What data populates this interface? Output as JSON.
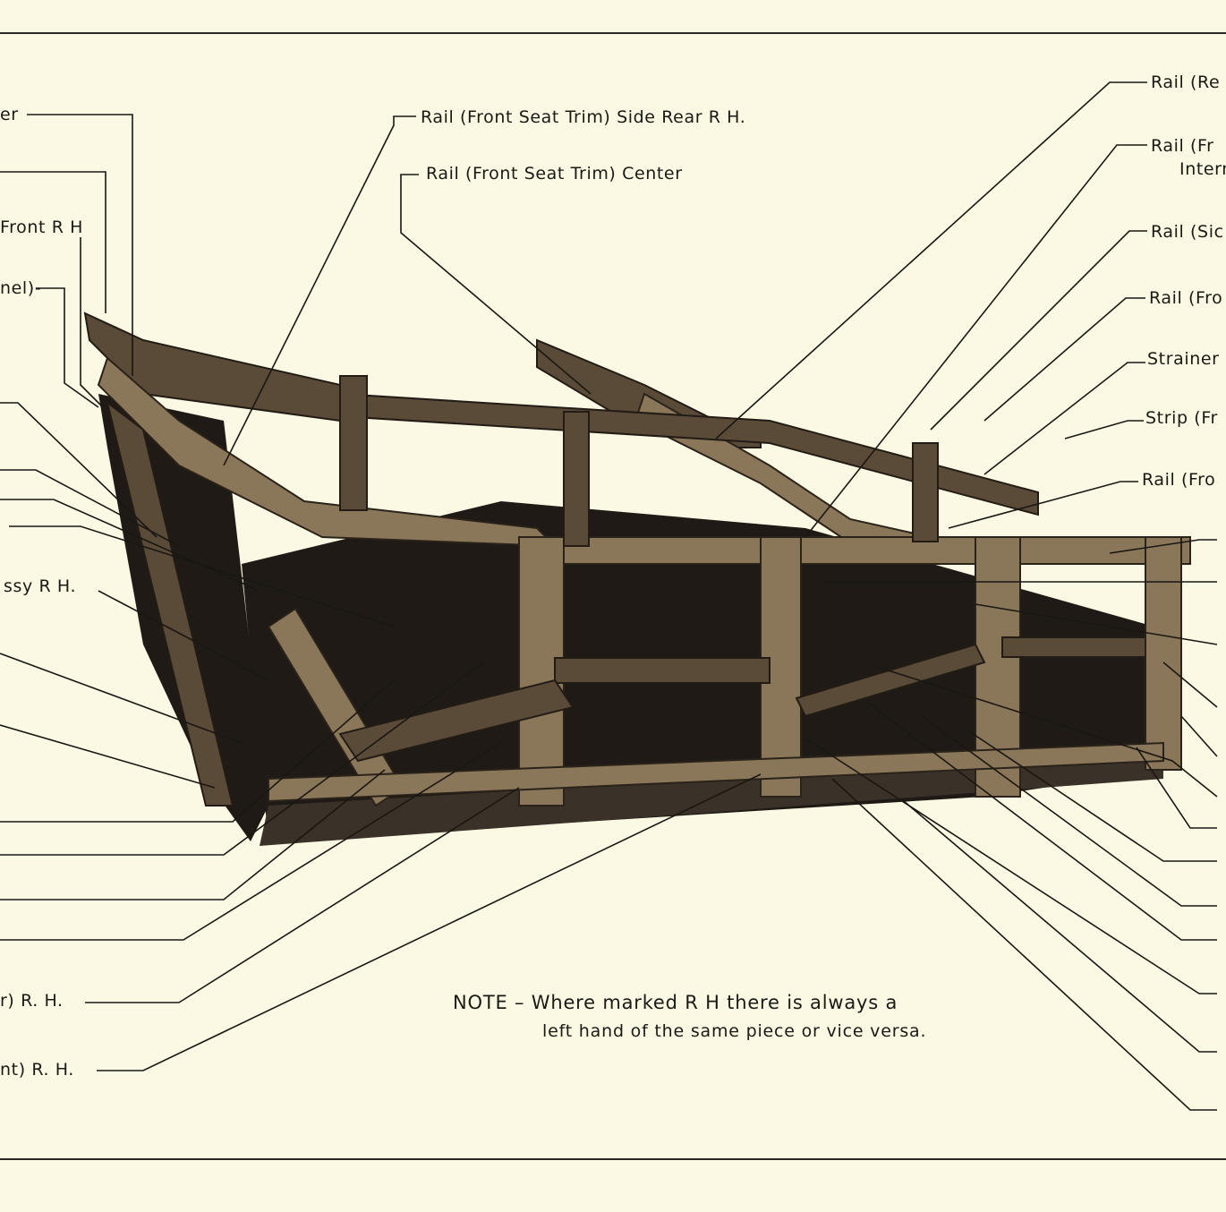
{
  "labels_left": [
    "er",
    "Front R H",
    "nel)-",
    "ssy R H.",
    "r) R. H.",
    "nt) R. H."
  ],
  "labels_top": [
    "Rail (Front Seat Trim) Side Rear R H.",
    "Rail (Front Seat Trim) Center"
  ],
  "labels_right": [
    "Rail (Re",
    "Rail (Fr",
    "Intern",
    "Rail (Sic",
    "Rail (Fro",
    "Strainer",
    "Strip (Fr",
    "Rail (Fro"
  ],
  "note": {
    "line1": "NOTE – Where marked R H there is always a",
    "line2": "left hand of the same piece or vice versa."
  },
  "colors": {
    "paper": "#fbf8e4",
    "ink": "#1a1712",
    "wood": "#5a4a38"
  }
}
